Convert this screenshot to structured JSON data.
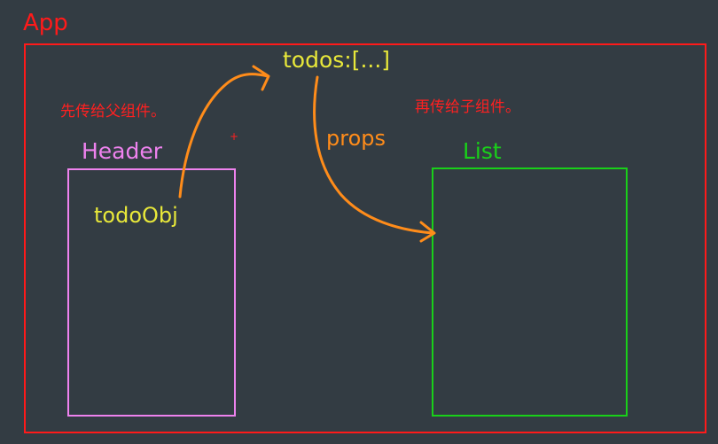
{
  "app": {
    "label": "App"
  },
  "state": {
    "label": "todos:[...]"
  },
  "notes": {
    "to_parent": "先传给父组件。",
    "to_child": "再传给子组件。"
  },
  "header": {
    "label": "Header",
    "item_label": "todoObj"
  },
  "list": {
    "label": "List"
  },
  "props_label": "props",
  "marker": "+",
  "colors": {
    "background": "#333c43",
    "app": "#ff1a1a",
    "header": "#ee82ee",
    "list": "#19d019",
    "state_text": "#e8e83a",
    "arrow": "#ff8c1a",
    "note": "#ff2020"
  }
}
